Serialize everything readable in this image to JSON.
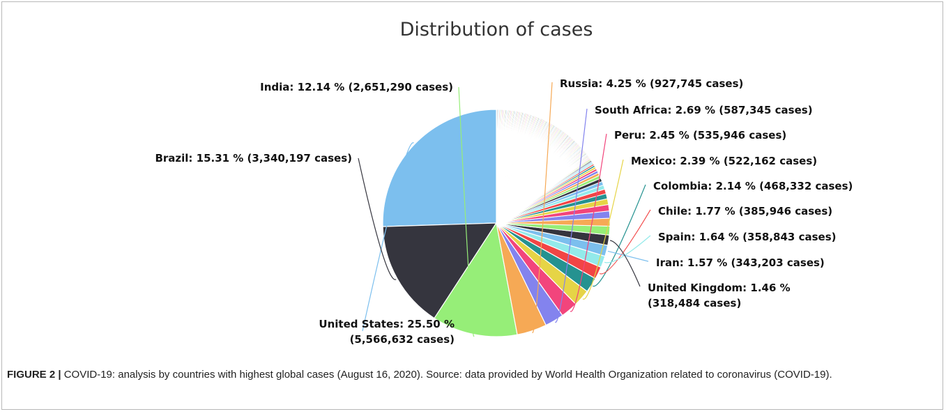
{
  "chart_data": {
    "type": "pie",
    "title": "Distribution of cases",
    "slices": [
      {
        "name": "United States",
        "percent": 25.5,
        "cases": "5,566,632",
        "color": "#7cbfee",
        "label": "United States: 25.50 %",
        "label2": "(5,566,632 cases)"
      },
      {
        "name": "Brazil",
        "percent": 15.31,
        "cases": "3,340,197",
        "color": "#35353e",
        "label": "Brazil: 15.31 % (3,340,197 cases)"
      },
      {
        "name": "India",
        "percent": 12.14,
        "cases": "2,651,290",
        "color": "#96ee78",
        "label": "India: 12.14 % (2,651,290 cases)"
      },
      {
        "name": "Russia",
        "percent": 4.25,
        "cases": "927,745",
        "color": "#f6a955",
        "label": "Russia: 4.25 % (927,745 cases)"
      },
      {
        "name": "South Africa",
        "percent": 2.69,
        "cases": "587,345",
        "color": "#8383ee",
        "label": "South Africa: 2.69 % (587,345 cases)"
      },
      {
        "name": "Peru",
        "percent": 2.45,
        "cases": "535,946",
        "color": "#f2457c",
        "label": "Peru: 2.45 % (535,946 cases)"
      },
      {
        "name": "Mexico",
        "percent": 2.39,
        "cases": "522,162",
        "color": "#e6d446",
        "label": "Mexico: 2.39 % (522,162 cases)"
      },
      {
        "name": "Colombia",
        "percent": 2.14,
        "cases": "468,332",
        "color": "#259290",
        "label": "Colombia: 2.14 % (468,332 cases)"
      },
      {
        "name": "Chile",
        "percent": 1.77,
        "cases": "385,946",
        "color": "#f24545",
        "label": "Chile: 1.77 % (385,946 cases)"
      },
      {
        "name": "Spain",
        "percent": 1.64,
        "cases": "358,843",
        "color": "#93eaea",
        "label": "Spain: 1.64 % (358,843 cases)"
      },
      {
        "name": "Iran",
        "percent": 1.57,
        "cases": "343,203",
        "color": "#7cbfee",
        "label": "Iran: 1.57 % (343,203 cases)"
      },
      {
        "name": "United Kingdom",
        "percent": 1.46,
        "cases": "318,484",
        "color": "#35353e",
        "label": "United Kingdom: 1.46 %",
        "label2": "(318,484 cases)"
      }
    ],
    "other_slice_colors": [
      "#96ee78",
      "#f6a955",
      "#8383ee",
      "#f2457c",
      "#e6d446",
      "#259290",
      "#f24545",
      "#93eaea",
      "#7cbfee",
      "#35353e"
    ],
    "legend": "none"
  },
  "caption": {
    "label": "FIGURE 2 |",
    "text": " COVID-19: analysis by countries with highest global cases (August 16, 2020). Source: data provided by World Health Organization related to coronavirus (COVID-19)."
  }
}
